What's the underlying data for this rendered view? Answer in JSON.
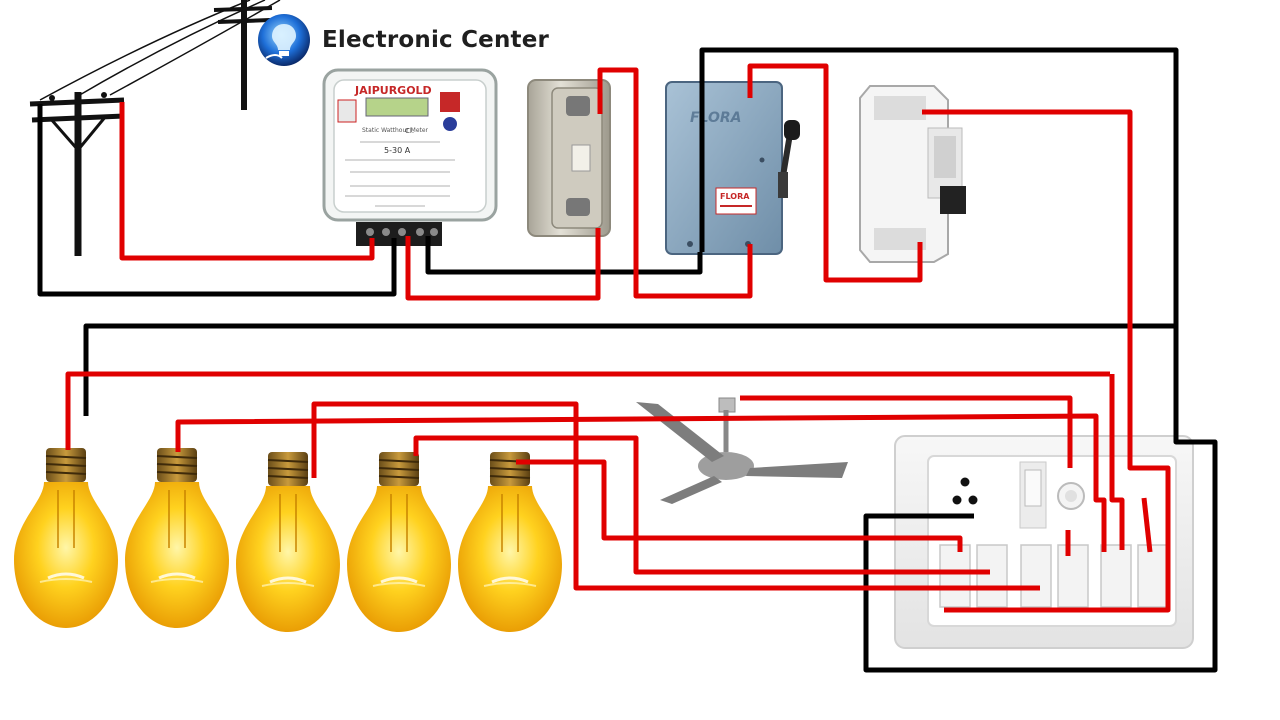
{
  "channel": {
    "name": "Electronic Center",
    "logo_icon": "globe-lightbulb-icon"
  },
  "meter": {
    "brand": "JAIPURGOLD",
    "model": "Static Watthour Meter",
    "rating": "5-30 A",
    "class": "Cl."
  },
  "main_switch": {
    "brand": "FLORA",
    "badge": "FLORA"
  },
  "colors": {
    "live_wire": "#e00000",
    "neutral_wire": "#000000",
    "bulb_glass": "#f4b400",
    "board_panel": "#f1f1f1"
  },
  "counts": {
    "bulbs": 5,
    "fans": 1
  }
}
